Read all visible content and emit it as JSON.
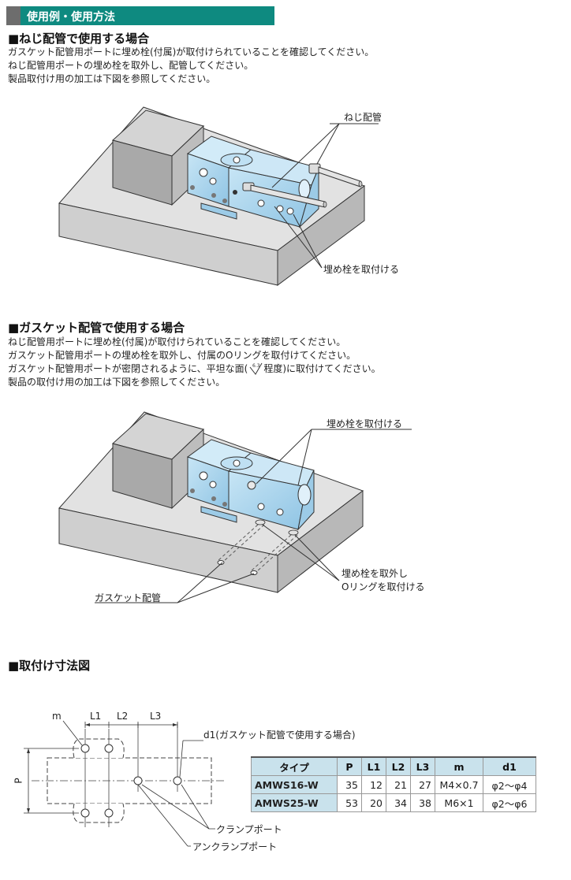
{
  "header": {
    "title": "使用例・使用方法"
  },
  "section1": {
    "title": "■ねじ配管で使用する場合",
    "lines": [
      "ガスケット配管用ポートに埋め栓(付属)が取付けられていることを確認してください。",
      "ねじ配管用ポートの埋め栓を取外し、配管してください。",
      "製品取付け用の加工は下図を参照してください。"
    ],
    "label_screw_pipe": "ねじ配管",
    "label_plug": "埋め栓を取付ける"
  },
  "section2": {
    "title": "■ガスケット配管で使用する場合",
    "lines": [
      "ねじ配管用ポートに埋め栓(付属)が取付けられていることを確認してください。",
      "ガスケット配管用ポートの埋め栓を取外し、付属のOリングを取付けてください。"
    ],
    "line3_pre": "ガスケット配管用ポートが密閉されるように、平坦な面(",
    "line3_symbol": "6.3",
    "line3_post": "程度)に取付けてください。",
    "line4": "製品の取付け用の加工は下図を参照してください。",
    "label_plug": "埋め栓を取付ける",
    "label_remove_line1": "埋め栓を取外し",
    "label_remove_line2": "Oリングを取付ける",
    "label_gasket": "ガスケット配管"
  },
  "section3": {
    "title": "■取付け寸法図",
    "labels": {
      "m": "m",
      "L1": "L1",
      "L2": "L2",
      "L3": "L3",
      "P": "P",
      "d1": "d1(ガスケット配管で使用する場合)",
      "clamp_port": "クランプポート",
      "unclamp_port": "アンクランプポート"
    }
  },
  "table": {
    "headers": [
      "タイプ",
      "P",
      "L1",
      "L2",
      "L3",
      "m",
      "d1"
    ],
    "rows": [
      [
        "AMWS16-W",
        "35",
        "12",
        "21",
        "27",
        "M4×0.7",
        "φ2〜φ4"
      ],
      [
        "AMWS25-W",
        "53",
        "20",
        "34",
        "38",
        "M6×1",
        "φ2〜φ6"
      ]
    ]
  },
  "colors": {
    "header_bg": "#0e8a80",
    "header_tab": "#6d6d6d",
    "table_head": "#c9e2ec",
    "part_blue": "#a9d3ec"
  }
}
